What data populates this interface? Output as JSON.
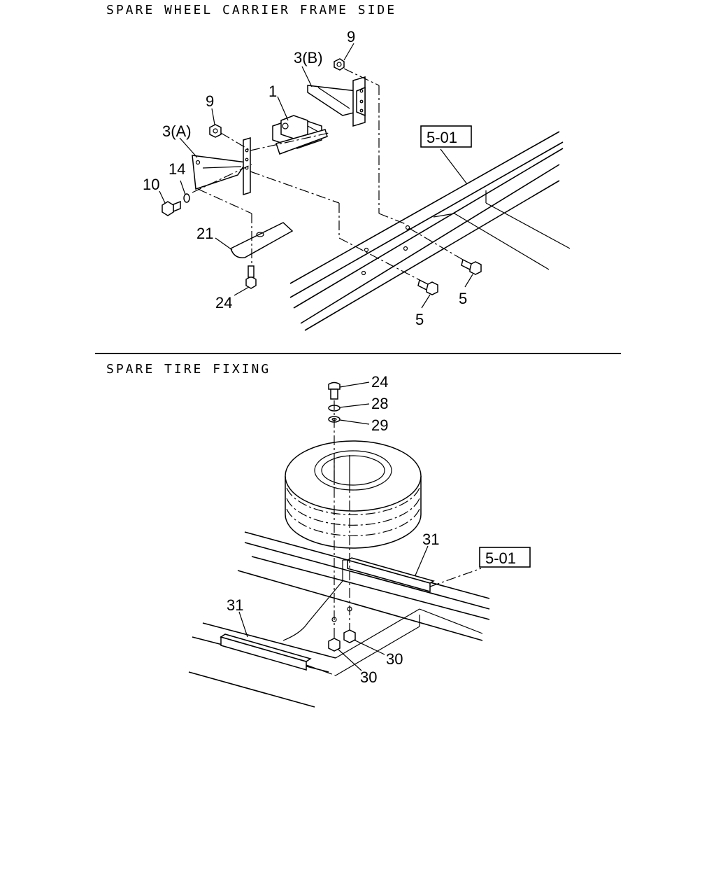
{
  "sections": {
    "top_title": "SPARE WHEEL CARRIER FRAME SIDE",
    "bottom_title": "SPARE TIRE FIXING"
  },
  "callouts": {
    "c_9_top": "9",
    "c_3b": "3(B)",
    "c_1": "1",
    "c_9_left": "9",
    "c_3a": "3(A)",
    "c_14": "14",
    "c_10": "10",
    "c_21": "21",
    "c_24_top": "24",
    "c_5_a": "5",
    "c_5_b": "5",
    "c_24_bottom": "24",
    "c_28": "28",
    "c_29": "29",
    "c_31_right": "31",
    "c_31_left": "31",
    "c_30_a": "30",
    "c_30_b": "30"
  },
  "references": {
    "ref_top": "5-01",
    "ref_bottom": "5-01"
  }
}
